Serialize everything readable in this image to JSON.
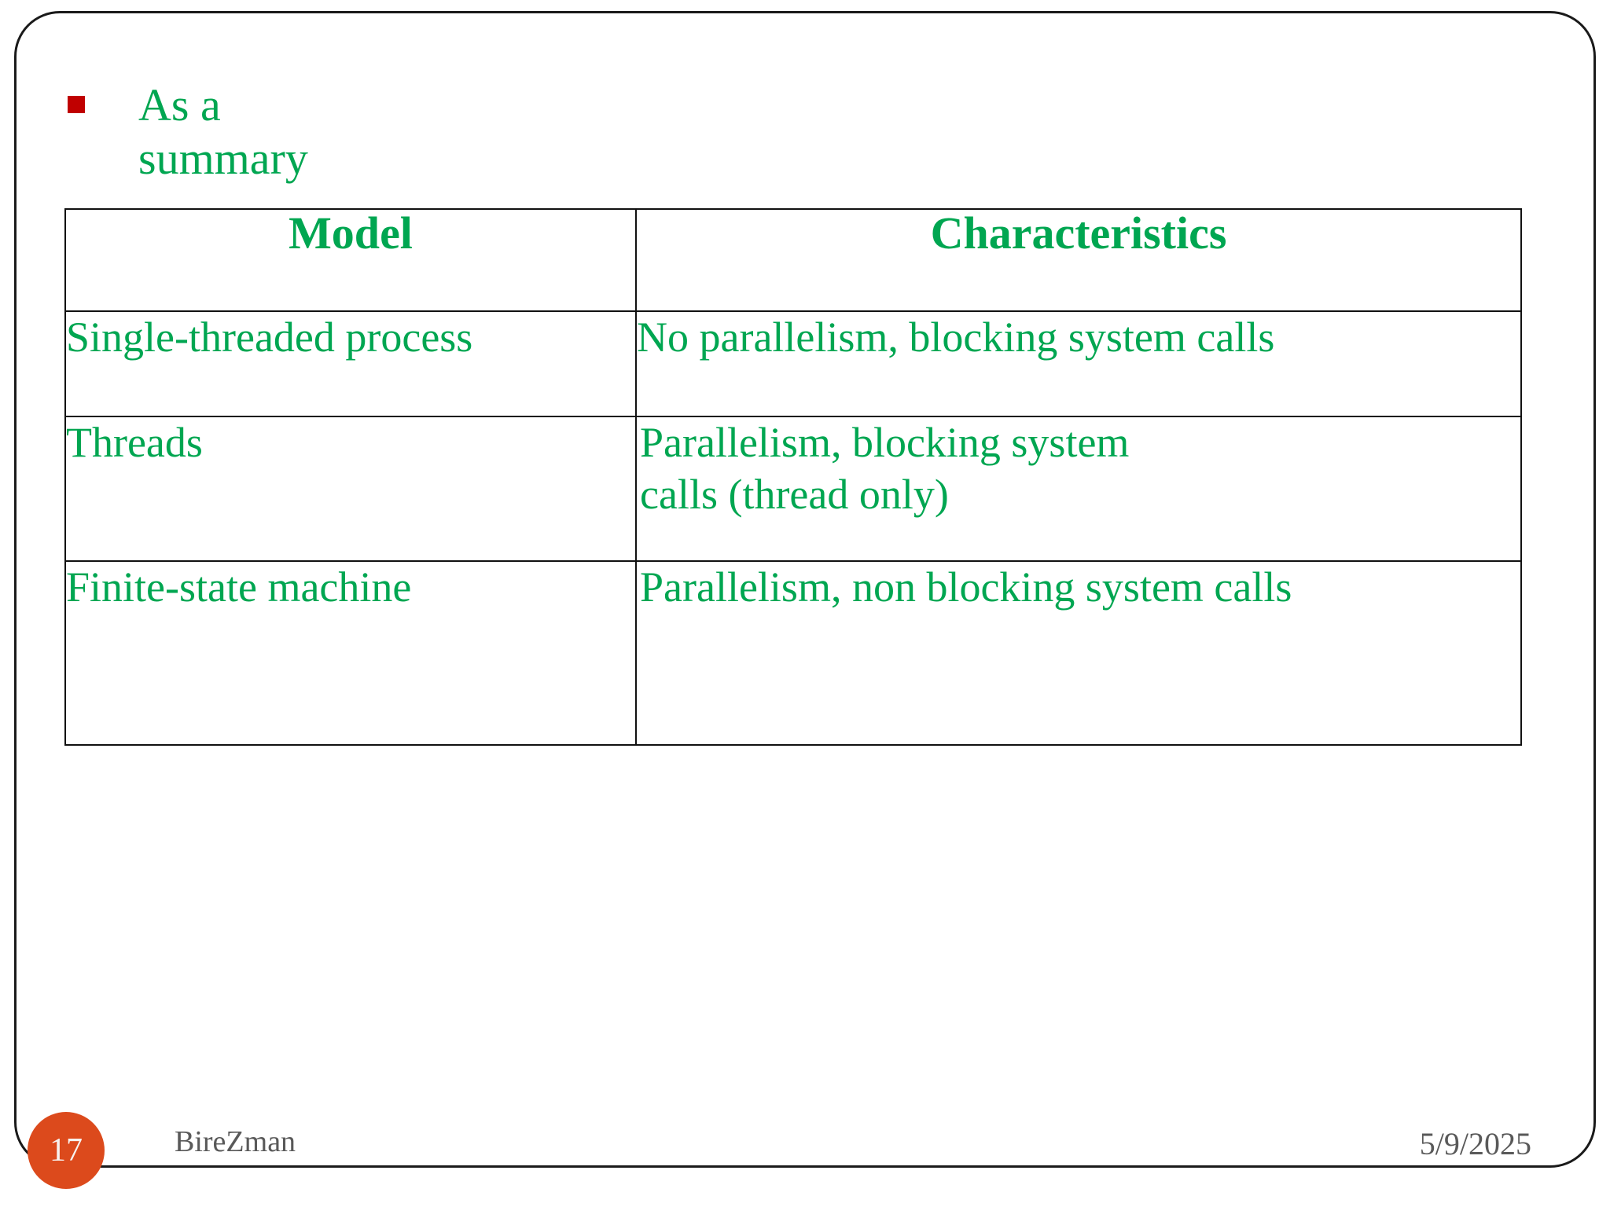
{
  "slide": {
    "accent_green": "#00a651",
    "bullet_color": "#c00000",
    "badge_color": "#dc4a1c",
    "border_color": "#1a1a1a",
    "footer_text_color": "#595959"
  },
  "heading": {
    "bullet_glyph": "square-bullet",
    "text": "As a\nsummary"
  },
  "table": {
    "headers": [
      "Model",
      "Characteristics"
    ],
    "rows": [
      {
        "model": "Single-threaded process",
        "characteristics": "No parallelism, blocking system calls"
      },
      {
        "model": "Threads",
        "characteristics": "Parallelism, blocking system\ncalls (thread only)"
      },
      {
        "model": "Finite-state machine",
        "characteristics": "Parallelism, non blocking system calls"
      }
    ]
  },
  "footer": {
    "page_number": "17",
    "author": "BireZman",
    "date": "5/9/2025"
  }
}
